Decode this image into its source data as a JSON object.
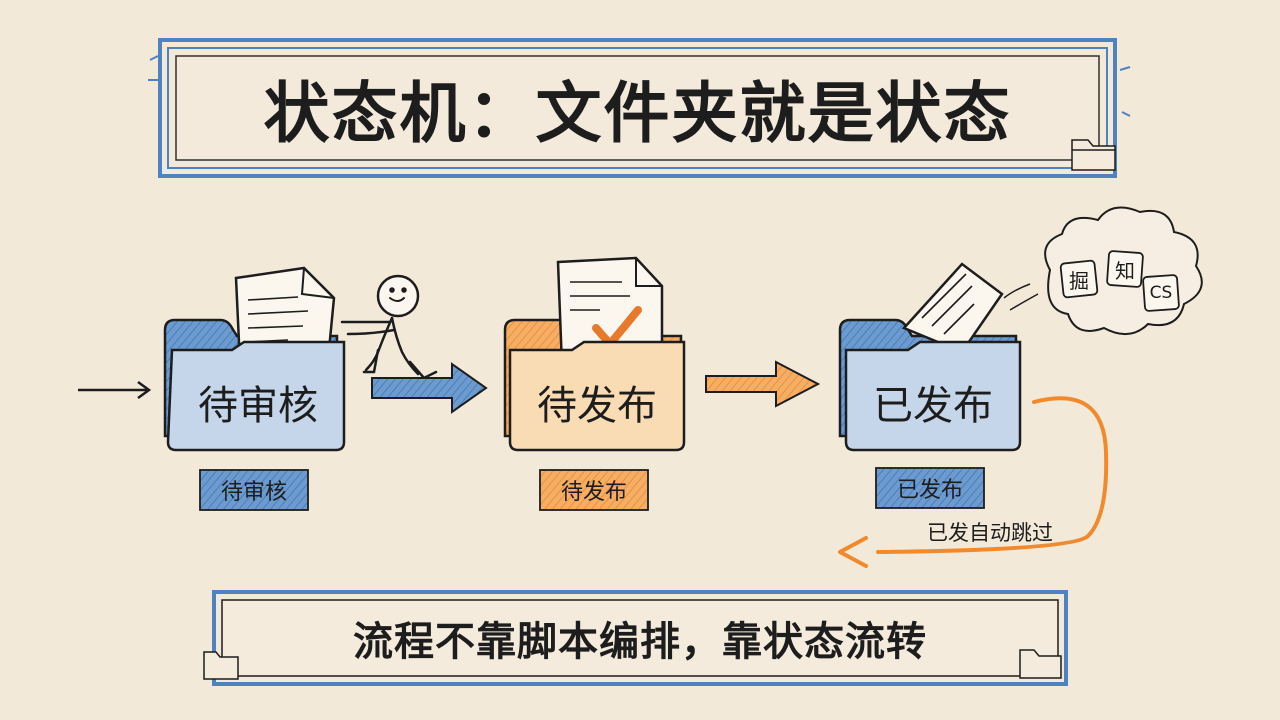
{
  "title": "状态机：文件夹就是状态",
  "caption": "流程不靠脚本编排，靠状态流转",
  "states": [
    {
      "folder_label": "待审核",
      "tag": "待审核",
      "color": "#5b8fc8"
    },
    {
      "folder_label": "待发布",
      "tag": "待发布",
      "color": "#f0a050"
    },
    {
      "folder_label": "已发布",
      "tag": "已发布",
      "color": "#5b8fc8"
    }
  ],
  "skip_label": "已发自动跳过",
  "platforms": [
    "掘",
    "知",
    "CS"
  ],
  "colors": {
    "background": "#f3e9d9",
    "blue": "#5b8fc8",
    "orange": "#f0a050",
    "ink": "#1d1d1d",
    "check": "#e8782a"
  },
  "icons": [
    "document-icon",
    "checkmark-icon",
    "stick-figure-icon",
    "cloud-icon",
    "mini-folder-icon",
    "arrow-icon"
  ]
}
